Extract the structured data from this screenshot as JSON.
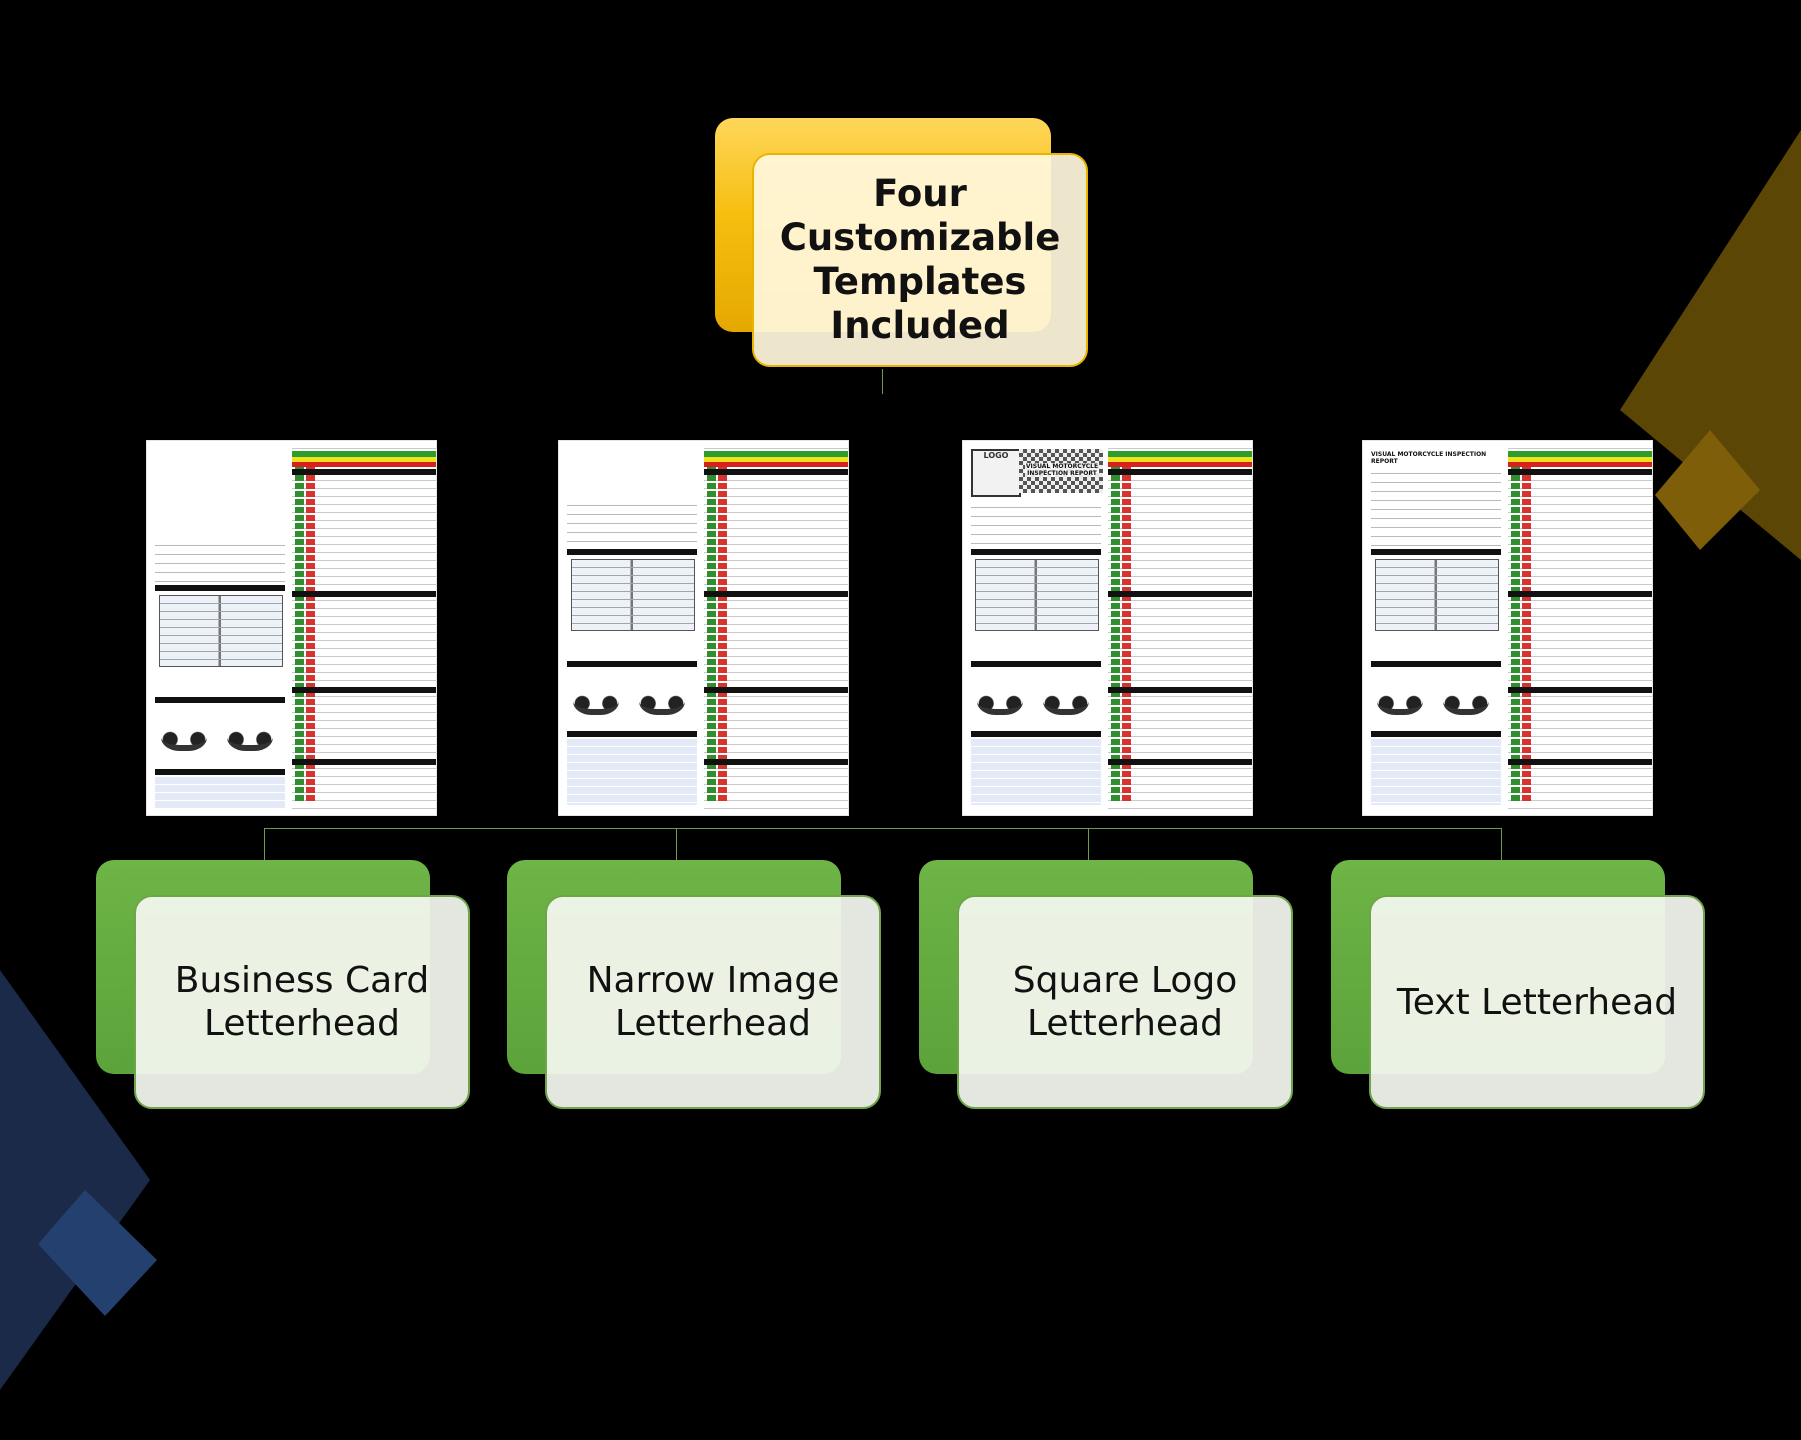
{
  "slide": {
    "background": "#000000",
    "accent_gold": "#f6bf10",
    "accent_green": "#5ba33a",
    "accent_navy": "#1c2d4f"
  },
  "diagram": {
    "root": {
      "label": "Four Customizable Templates Included"
    },
    "templates": [
      {
        "label": "Business Card\nLetterhead",
        "thumbnail_style": "business-card"
      },
      {
        "label": "Narrow Image\nLetterhead",
        "thumbnail_style": "narrow-image"
      },
      {
        "label": "Square Logo\nLetterhead",
        "thumbnail_style": "square-logo"
      },
      {
        "label": "Text Letterhead",
        "thumbnail_style": "text"
      }
    ],
    "thumbnail_text": {
      "logo": "LOGO",
      "visual_report": "VISUAL MOTORCYCLE INSPECTION REPORT"
    }
  }
}
